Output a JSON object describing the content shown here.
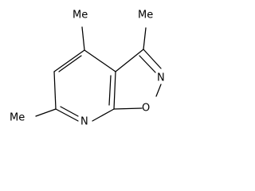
{
  "diagram": {
    "type": "chemical-structure",
    "labels": {
      "methyl_top_left": "Me",
      "methyl_top_right": "Me",
      "methyl_bottom_left": "Me",
      "nitrogen_ring": "N",
      "nitrogen_oxazole": "N",
      "oxygen": "O"
    }
  }
}
